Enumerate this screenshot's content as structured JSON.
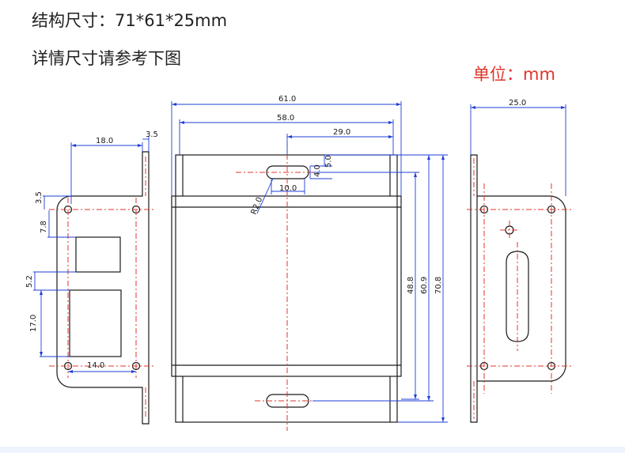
{
  "header": {
    "line1": "结构尺寸：71*61*25mm",
    "line2": "详情尺寸请参考下图",
    "unit": "单位：mm"
  },
  "dims": {
    "side_width": "18.0",
    "side_flange": "3.5",
    "side_hole_offset": "3.5",
    "side_hole_to_port": "7.8",
    "side_port_gap": "5.2",
    "side_port_height": "17.0",
    "side_bottom_width": "14.0",
    "front_outer": "61.0",
    "front_inner": "58.0",
    "front_half": "29.0",
    "slot_v1": "5.0",
    "slot_v2": "4.0",
    "slot_len": "10.0",
    "slot_radius": "R2.0",
    "height_inner": "48.8",
    "height_mid": "60.9",
    "height_outer": "70.8",
    "right_width": "25.0"
  },
  "colors": {
    "outline": "#1a1a1a",
    "dimension": "#1f3fd6",
    "centerline": "#e0352b",
    "unit": "#e0352b"
  }
}
